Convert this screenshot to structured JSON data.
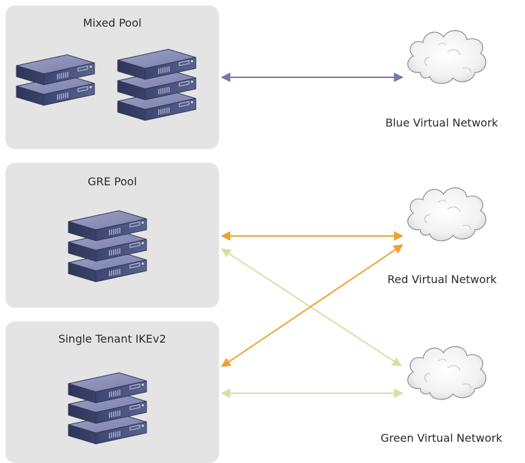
{
  "pools": {
    "mixed": {
      "title": "Mixed Pool"
    },
    "gre": {
      "title": "GRE Pool"
    },
    "single": {
      "title": "Single Tenant IKEv2"
    }
  },
  "networks": {
    "blue": {
      "label": "Blue Virtual Network"
    },
    "red": {
      "label": "Red Virtual Network"
    },
    "green": {
      "label": "Green Virtual Network"
    }
  },
  "connections": [
    {
      "from": "Mixed Pool",
      "to": "Blue Virtual Network",
      "color": "#7478a8"
    },
    {
      "from": "GRE Pool",
      "to": "Red Virtual Network",
      "color": "#f0a030"
    },
    {
      "from": "GRE Pool",
      "to": "Green Virtual Network",
      "color": "#d8dfa6"
    },
    {
      "from": "Single Tenant IKEv2",
      "to": "Red Virtual Network",
      "color": "#f0a030"
    },
    {
      "from": "Single Tenant IKEv2",
      "to": "Green Virtual Network",
      "color": "#d8dfa6"
    }
  ],
  "colors": {
    "pool_bg": "#e4e4e4",
    "server_top": "#8a90b6",
    "server_front": "#464e79",
    "cloud": "#f0f0f0"
  }
}
